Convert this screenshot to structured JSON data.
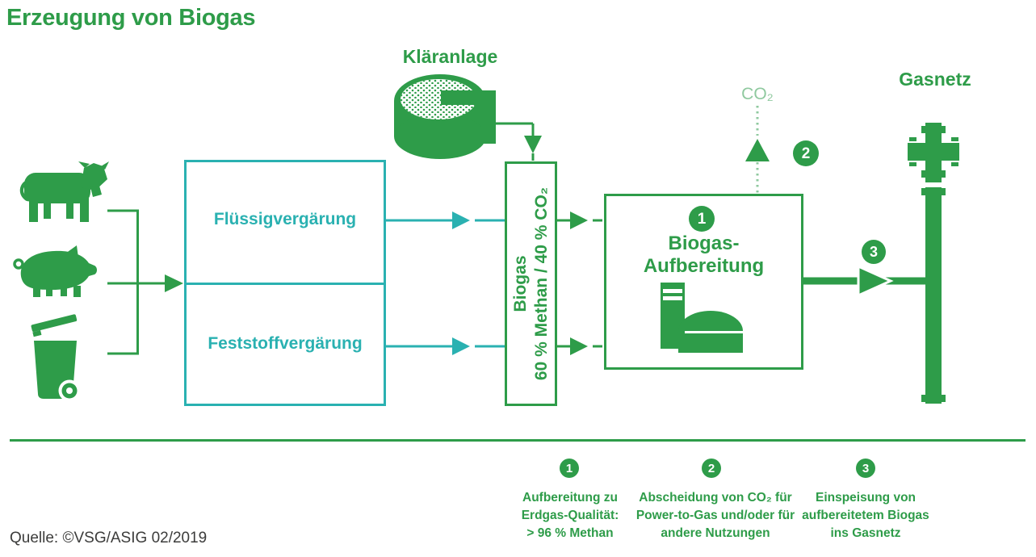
{
  "colors": {
    "green": "#2E9C49",
    "teal": "#2AB1B1",
    "light_green": "#8FC99F",
    "text_dark": "#3C3C3B"
  },
  "title": "Erzeugung von Biogas",
  "plant": {
    "label": "Kläranlage"
  },
  "digestion": {
    "top_label": "Flüssigvergärung",
    "bottom_label": "Feststoffvergärung"
  },
  "biogas_box": {
    "line1": "Biogas",
    "line2": "60 % Methan / 40 % CO₂"
  },
  "upgrading": {
    "badge": "1",
    "line1": "Biogas-",
    "line2": "Aufbereitung"
  },
  "co2": {
    "label": "CO₂",
    "badge": "2"
  },
  "gas_grid": {
    "label": "Gasnetz",
    "badge": "3"
  },
  "legend": {
    "items": [
      {
        "badge": "1",
        "lines": [
          "Aufbereitung zu",
          "Erdgas-Qualität:",
          "> 96 % Methan"
        ]
      },
      {
        "badge": "2",
        "lines": [
          "Abscheidung von CO₂ für",
          "Power-to-Gas und/oder für",
          "andere Nutzungen"
        ]
      },
      {
        "badge": "3",
        "lines": [
          "Einspeisung von",
          "aufbereitetem Biogas",
          "ins Gasnetz"
        ]
      }
    ]
  },
  "source_note": "Quelle: ©VSG/ASIG 02/2019"
}
